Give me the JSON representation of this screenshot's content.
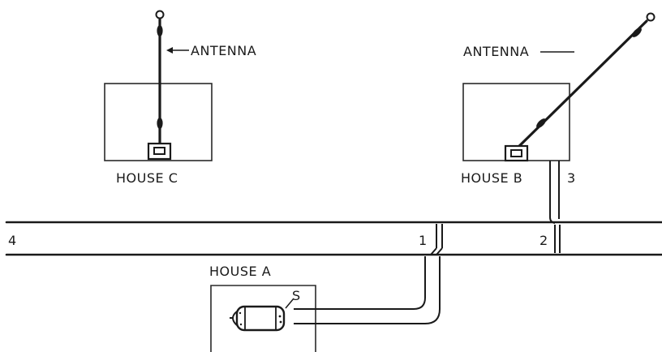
{
  "labels": {
    "antenna_c": "ANTENNA",
    "antenna_b": "ANTENNA",
    "house_c": "HOUSE C",
    "house_b": "HOUSE B",
    "house_a": "HOUSE A",
    "point_1": "1",
    "point_2": "2",
    "point_3": "3",
    "point_4": "4",
    "splitter": "S"
  },
  "icons": {
    "receiver": "receiver-box-icon",
    "antenna_mast": "antenna-mast-icon",
    "insulator": "insulator-icon",
    "transformer": "transformer-icon"
  },
  "colors": {
    "ink": "#1a1a1a",
    "paper": "#ffffff"
  }
}
